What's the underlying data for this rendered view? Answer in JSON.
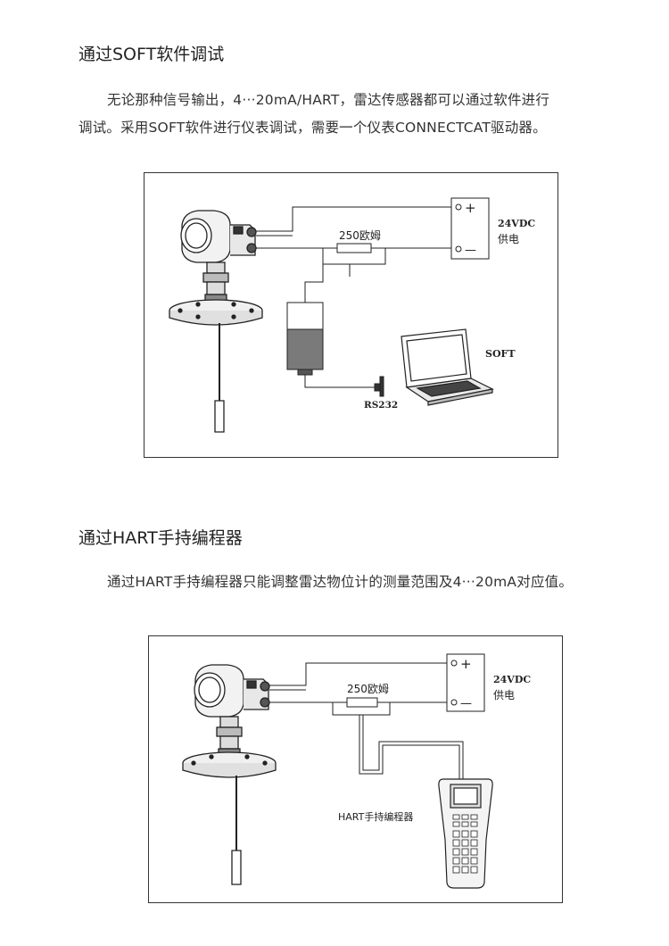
{
  "section1": {
    "heading": "通过SOFT软件调试",
    "para_line1": "无论那种信号输出，4···20mA/HART，雷达传感器都可以通过软件进行",
    "para_line2": "调试。采用SOFT软件进行仪表调试，需要一个仪表CONNECTCAT驱动器。",
    "figure": {
      "resistor_label": "250欧姆",
      "power_voltage": "24VDC",
      "power_label": "供电",
      "plus_symbol": "+",
      "minus_symbol": "—",
      "software_label": "SOFT",
      "port_label": "RS232"
    }
  },
  "section2": {
    "heading": "通过HART手持编程器",
    "para": "通过HART手持编程器只能调整雷达物位计的测量范围及4···20mA对应值。",
    "figure": {
      "resistor_label": "250欧姆",
      "power_voltage": "24VDC",
      "power_label": "供电",
      "plus_symbol": "+",
      "minus_symbol": "—",
      "programmer_label": "HART手持编程器"
    }
  }
}
